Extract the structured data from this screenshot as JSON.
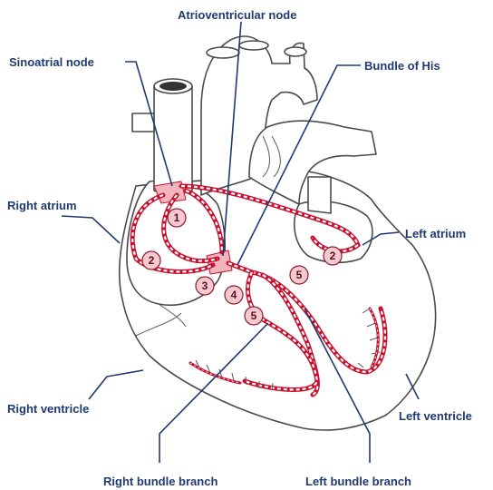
{
  "labels": {
    "atrioventricular_node": "Atrioventricular node",
    "sinoatrial_node": "Sinoatrial node",
    "bundle_of_his": "Bundle of His",
    "right_atrium": "Right atrium",
    "left_atrium": "Left atrium",
    "right_ventricle": "Right ventricle",
    "left_ventricle": "Left ventricle",
    "right_bundle_branch": "Right bundle branch",
    "left_bundle_branch": "Left bundle branch"
  },
  "step_markers": [
    "1",
    "2",
    "2",
    "3",
    "4",
    "5",
    "5"
  ],
  "colors": {
    "label_text": "#1f3a73",
    "conduction_path": "#c8102e",
    "node_fill": "#f5c9cf"
  }
}
